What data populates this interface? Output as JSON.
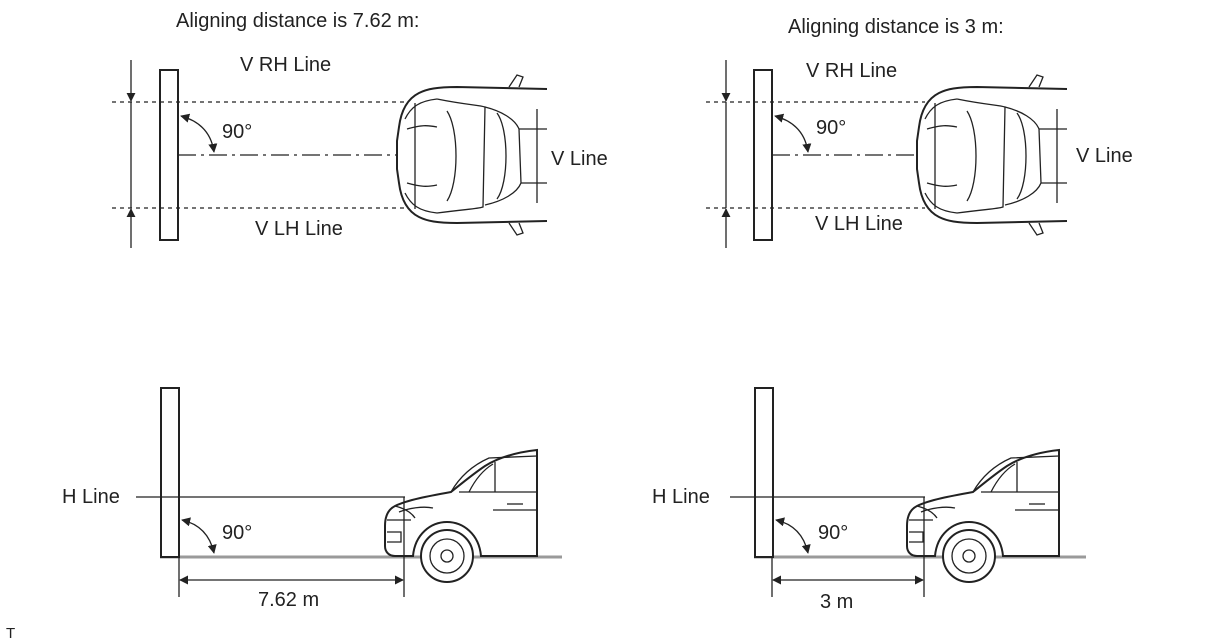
{
  "panels": {
    "top_left": {
      "title": "Aligning distance is 7.62 m:",
      "rh_line": "V RH Line",
      "lh_line": "V LH Line",
      "v_line": "V Line",
      "angle": "90°"
    },
    "top_right": {
      "title": "Aligning distance is 3 m:",
      "rh_line": "V RH Line",
      "lh_line": "V LH Line",
      "v_line": "V Line",
      "angle": "90°"
    },
    "bottom_left": {
      "h_line": "H Line",
      "angle": "90°",
      "distance": "7.62 m"
    },
    "bottom_right": {
      "h_line": "H Line",
      "angle": "90°",
      "distance": "3 m"
    }
  },
  "footer_mark": "T"
}
